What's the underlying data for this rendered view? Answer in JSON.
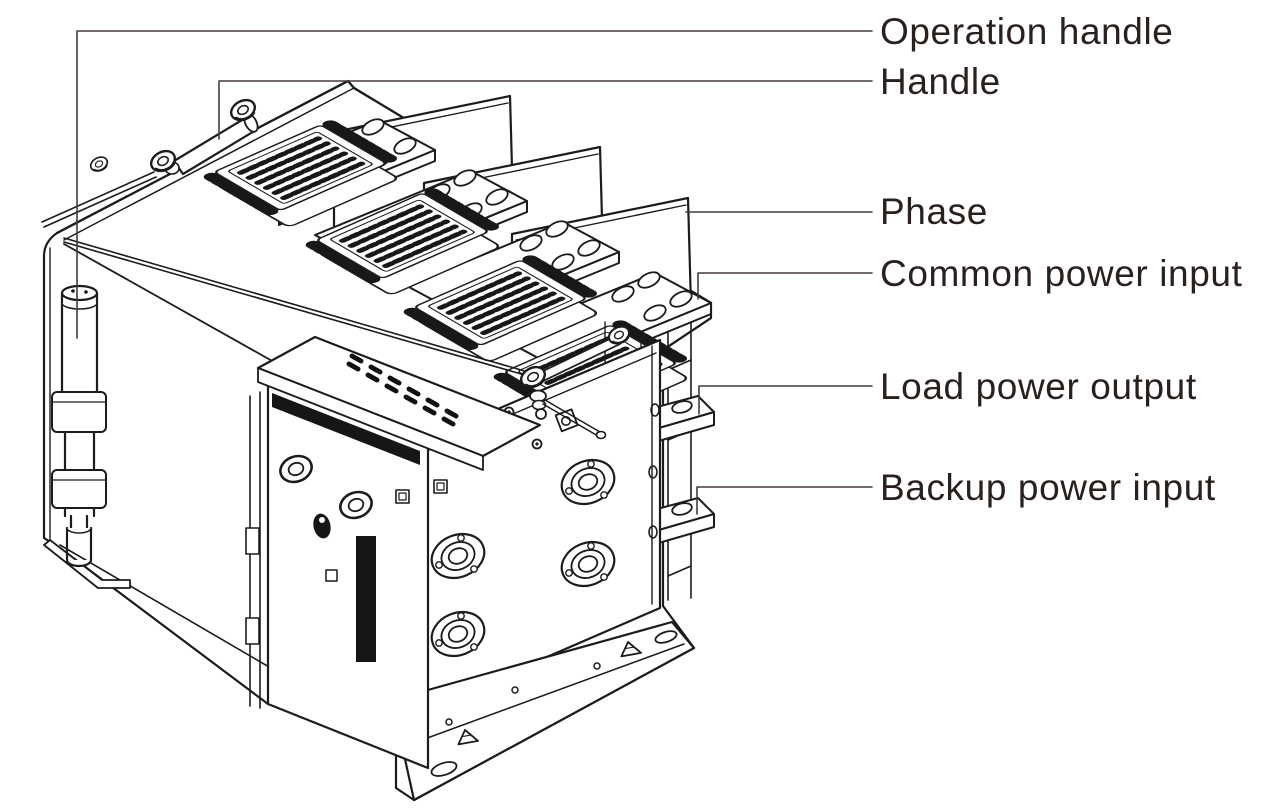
{
  "figure": {
    "kind": "isometric technical line drawing",
    "subject": "4-pole automatic transfer switch",
    "pole_count": 4,
    "background_color": "#ffffff",
    "line_color": "#1c1c1c",
    "label_text_color": "#2a211f",
    "leader_line_color": "#453c38"
  },
  "labels": [
    {
      "id": "operation-handle",
      "text": "Operation handle"
    },
    {
      "id": "handle",
      "text": "Handle"
    },
    {
      "id": "phase",
      "text": "Phase"
    },
    {
      "id": "common-power-input",
      "text": "Common power input"
    },
    {
      "id": "load-power-output",
      "text": "Load power output"
    },
    {
      "id": "backup-power-input",
      "text": "Backup power input"
    }
  ]
}
